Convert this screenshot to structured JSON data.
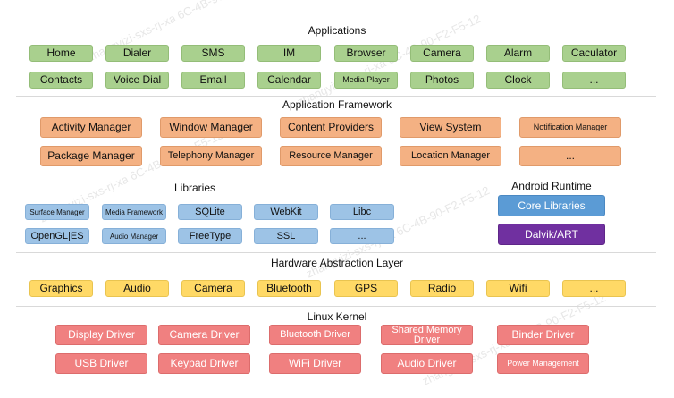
{
  "layers": {
    "applications": {
      "title": "Applications",
      "items": [
        "Home",
        "Dialer",
        "SMS",
        "IM",
        "Browser",
        "Camera",
        "Alarm",
        "Caculator",
        "Contacts",
        "Voice Dial",
        "Email",
        "Calendar",
        "Media Player",
        "Photos",
        "Clock",
        "..."
      ]
    },
    "framework": {
      "title": "Application Framework",
      "items": [
        "Activity Manager",
        "Window Manager",
        "Content Providers",
        "View System",
        "Notification Manager",
        "Package Manager",
        "Telephony Manager",
        "Resource Manager",
        "Location Manager",
        "..."
      ]
    },
    "libraries": {
      "title": "Libraries",
      "items": [
        "Surface Manager",
        "Media Framework",
        "SQLite",
        "WebKit",
        "Libc",
        "OpenGL|ES",
        "Audio Manager",
        "FreeType",
        "SSL",
        "..."
      ]
    },
    "runtime": {
      "title": "Android Runtime",
      "items": [
        "Core Libraries",
        "Dalvik/ART"
      ]
    },
    "hal": {
      "title": "Hardware Abstraction Layer",
      "items": [
        "Graphics",
        "Audio",
        "Camera",
        "Bluetooth",
        "GPS",
        "Radio",
        "Wifi",
        "..."
      ]
    },
    "kernel": {
      "title": "Linux Kernel",
      "items": [
        "Display Driver",
        "Camera Driver",
        "Bluetooth Driver",
        "Shared Memory Driver",
        "Binder Driver",
        "USB Driver",
        "Keypad Driver",
        "WiFi Driver",
        "Audio Driver",
        "Power Management"
      ]
    }
  },
  "watermark": {
    "text": "zhangyizi-sxs-rj-xa 6C-4B-90-F2-F5-12"
  },
  "colors": {
    "applications": "#a9d08e",
    "framework": "#f4b183",
    "libraries": "#9dc3e6",
    "core_libraries": "#5b9bd5",
    "dalvik_art": "#7030a0",
    "hal": "#ffd966",
    "kernel": "#f08080"
  }
}
